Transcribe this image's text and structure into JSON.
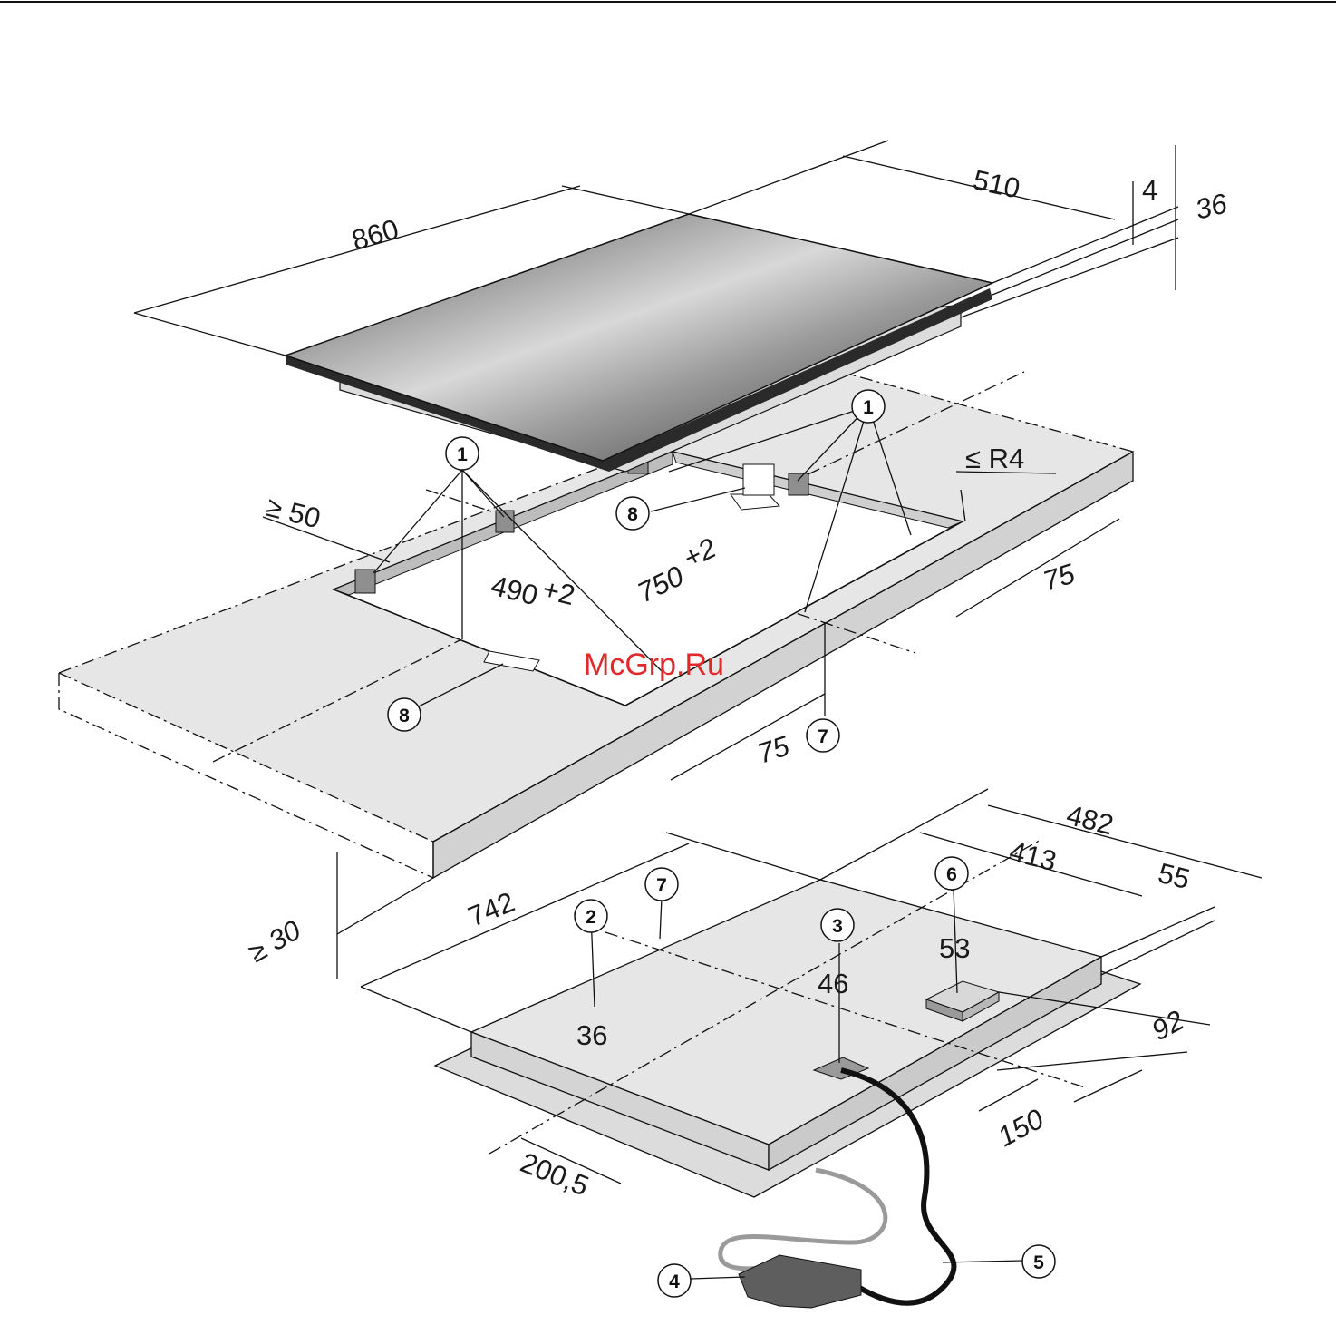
{
  "dimensions": {
    "width": "860",
    "depth": "510",
    "glass_thickness": "4",
    "total_height": "36",
    "cutout_width": "750",
    "cutout_width_tol": "+2",
    "cutout_depth": "490",
    "cutout_depth_tol": "+2",
    "radius": "≤ R4",
    "min_front_clearance": "≥ 50",
    "rear_clearance": "75",
    "side_clearance": "75",
    "worktop_min": "≥ 30",
    "base_depth_482": "482",
    "base_depth_413": "413",
    "base_55": "55",
    "base_92": "92",
    "base_150": "150",
    "base_200": "200,5",
    "base_width_742": "742",
    "height_36": "36",
    "height_46": "46",
    "height_53": "53"
  },
  "callouts": {
    "c1": "1",
    "c2": "2",
    "c3": "3",
    "c4": "4",
    "c5": "5",
    "c6": "6",
    "c7": "7",
    "c8": "8"
  },
  "watermark": "McGrp.Ru",
  "colors": {
    "worktop_fill": "#e6e6e6",
    "worktop_edge": "#d2d2d2",
    "glass_dark": "#3a3a3a",
    "glass_light": "#d8d8d8",
    "base_fill": "#e2e2e2",
    "cable_black": "#111111",
    "cable_grey": "#9a9a9a",
    "watermark": "#e0292a"
  }
}
